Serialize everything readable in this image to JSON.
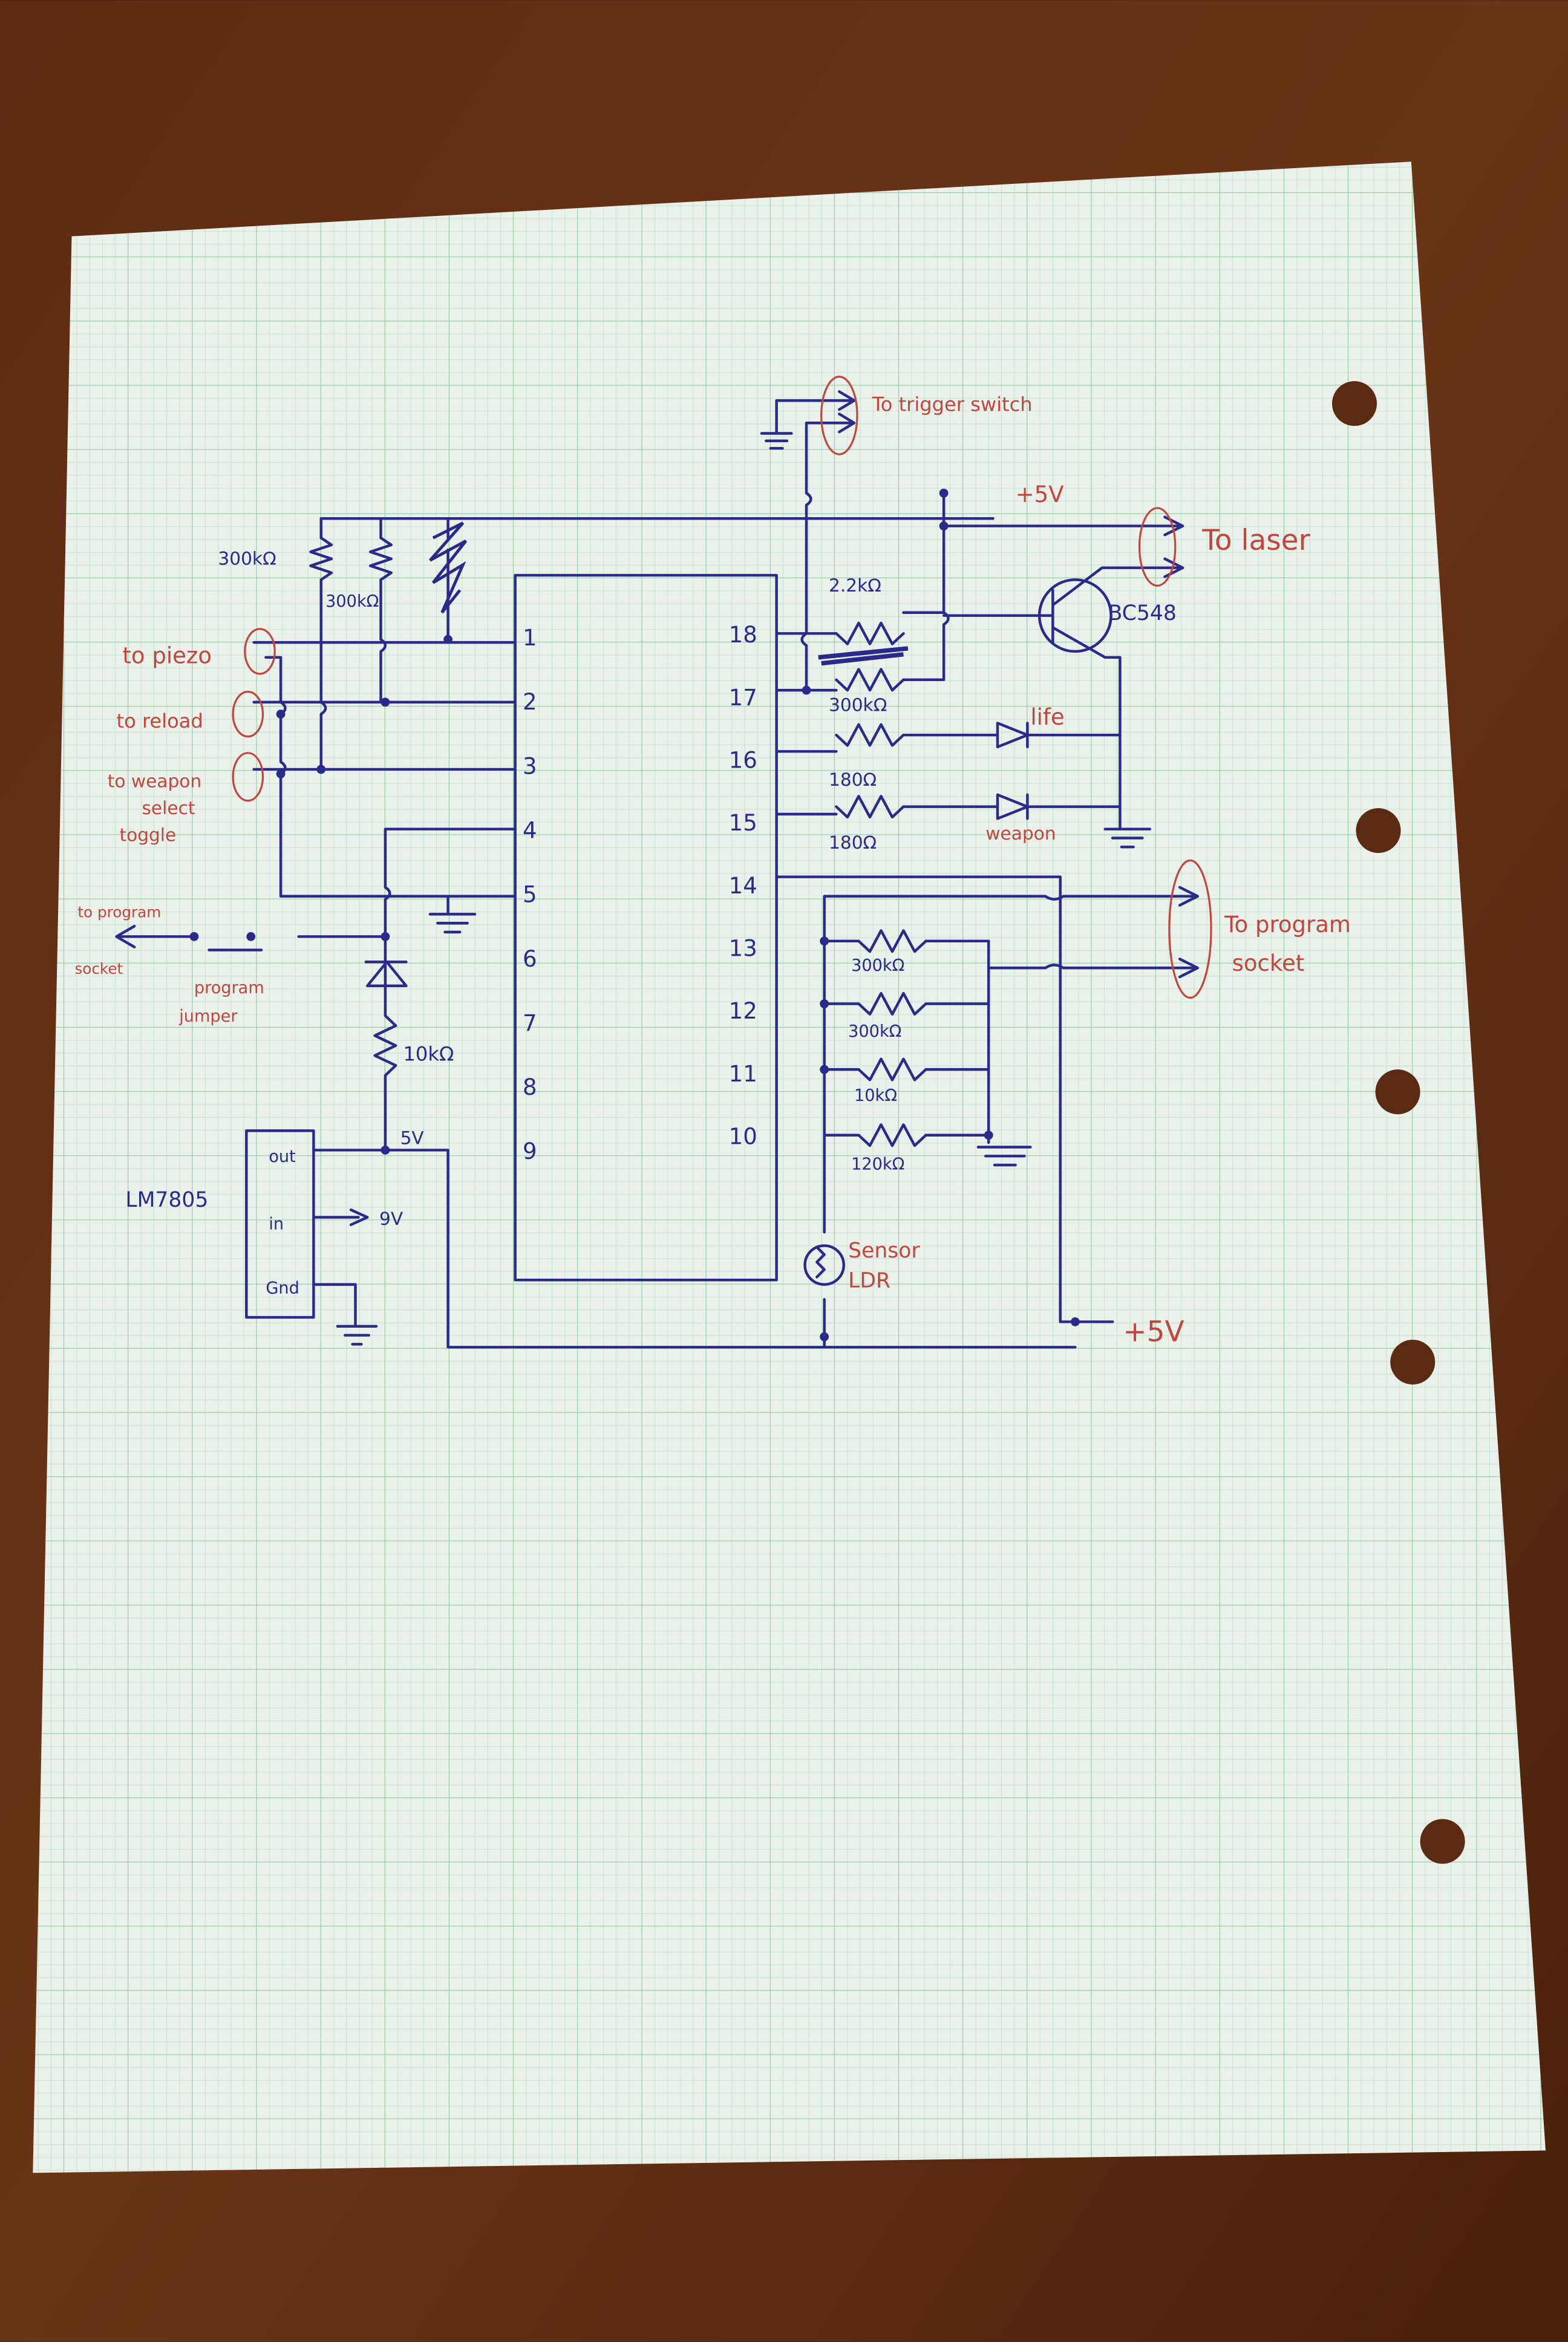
{
  "colors": {
    "wood": "#5a2a12",
    "paper": "#eaf0ea",
    "grid": "#9fd4b0",
    "ink": "#2a2a8a",
    "red_ink": "#c0463e"
  },
  "ic": {
    "left_pins": [
      "1",
      "2",
      "3",
      "4",
      "5",
      "6",
      "7",
      "8",
      "9"
    ],
    "right_pins": [
      "18",
      "17",
      "16",
      "15",
      "14",
      "13",
      "12",
      "11",
      "10"
    ]
  },
  "labels_red": {
    "plus5v_top": "+5V",
    "to_trigger_switch": "To trigger switch",
    "to_laser": "To laser",
    "to_piezo": "to piezo",
    "to_reload": "to reload",
    "to_weapon": "to weapon",
    "select": "select",
    "toggle": "toggle",
    "to_program": "to program",
    "socket": "socket",
    "program": "program",
    "jumper": "jumper",
    "life": "life",
    "weapon": "weapon",
    "to_program_right": "To program",
    "socket_right": "socket",
    "sensor": "Sensor",
    "ldr": "LDR",
    "plus5v_bottom": "+5V"
  },
  "labels_blue": {
    "r_top1": "300kΩ",
    "r_top2": "300kΩ",
    "r_10k_left": "10kΩ",
    "regulator": "LM7805",
    "reg_out": "out",
    "reg_in": "in",
    "reg_gnd": "Gnd",
    "v5": "5V",
    "v9": "9V",
    "r_22k": "2.2kΩ",
    "r_300k_17": "300kΩ",
    "r_180_16": "180Ω",
    "r_180_15": "180Ω",
    "transistor": "BC548",
    "r_13": "300kΩ",
    "r_12": "300kΩ",
    "r_11": "10kΩ",
    "r_10": "120kΩ"
  }
}
